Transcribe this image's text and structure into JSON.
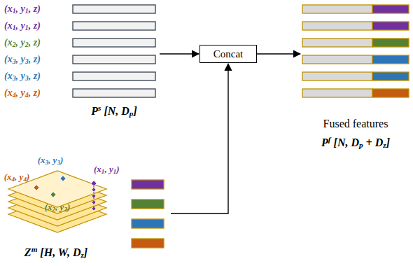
{
  "diagram": {
    "nodes": [
      {
        "text": [
          "Concat"
        ]
      }
    ],
    "labels": [
      "(x1, y1, z)",
      "(x1, y1, z)",
      "(x2, y2, z)",
      "(x3, y3, z)",
      "(x3, y3, z)",
      "(x4, y4, z)",
      "Ps [N, Dp]",
      "Fused features",
      "Pf [N, Dp + Dz]",
      "(x3, y3)",
      "(x4, y4)",
      "(x1, y1)",
      "(x2, y2)",
      "Zm [H, W, Dz]"
    ]
  }
}
